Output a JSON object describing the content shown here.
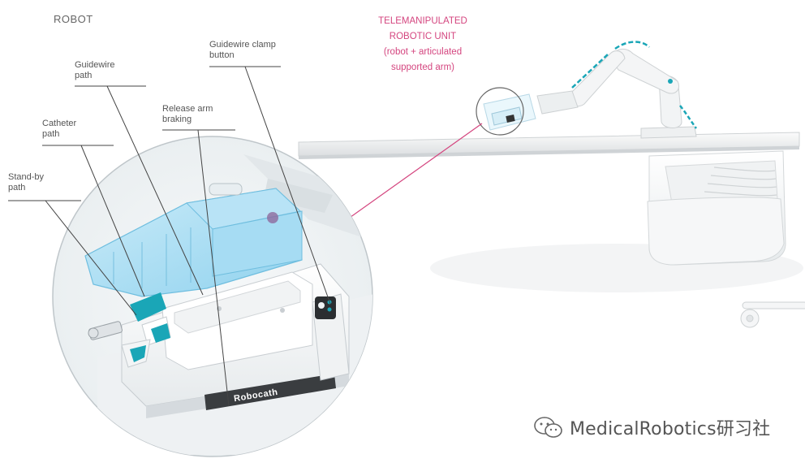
{
  "title": "ROBOT",
  "telemanipulated_unit": {
    "lines": [
      "TELEMANIPULATED",
      "ROBOTIC UNIT",
      "(robot + articulated",
      "supported arm)"
    ]
  },
  "labels": {
    "guidewire_clamp_button": [
      "Guidewire clamp",
      "button"
    ],
    "guidewire_path": [
      "Guidewire",
      "path"
    ],
    "release_arm_braking": [
      "Release arm",
      "braking"
    ],
    "catheter_path": [
      "Catheter",
      "path"
    ],
    "standby_path": [
      "Stand-by",
      "path"
    ]
  },
  "device_brand": "Robocath",
  "watermark": "MedicalRobotics研习社",
  "colors": {
    "accent_pink": "#d4457f",
    "accent_teal": "#1aa6b7",
    "cover_blue": "#8fd3f0"
  }
}
